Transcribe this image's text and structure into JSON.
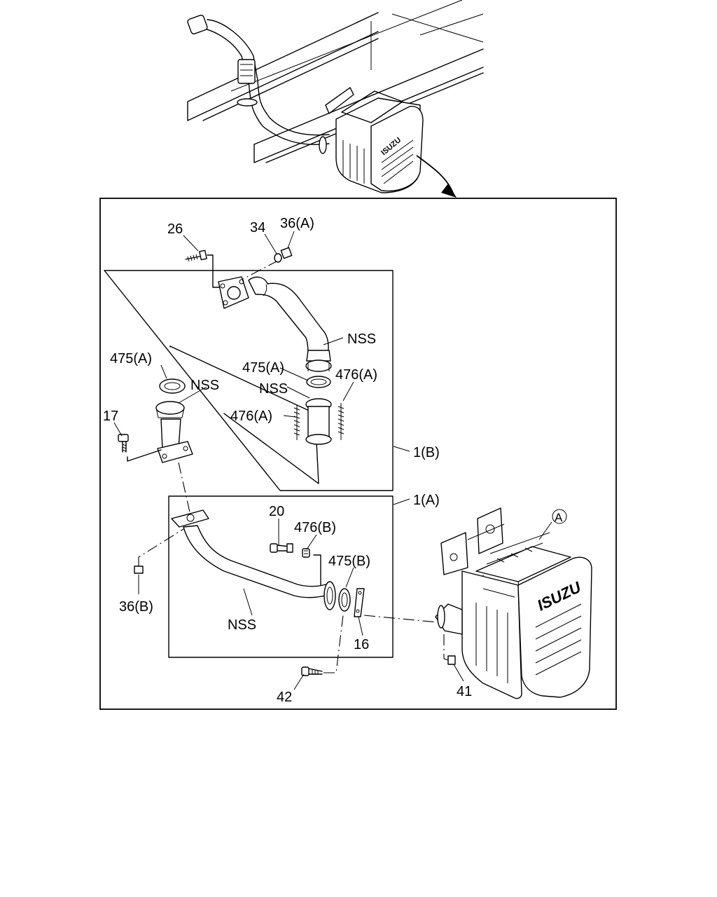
{
  "brand": "ISUZU",
  "callouts": {
    "c26": "26",
    "c34": "34",
    "c36a": "36(A)",
    "nss_top_pipe": "NSS",
    "c475a_left": "475(A)",
    "nss_left_flange": "NSS",
    "c475a_mid": "475(A)",
    "nss_mid_tube": "NSS",
    "c476a_right": "476(A)",
    "c476a_left": "476(A)",
    "c17": "17",
    "c1b": "1(B)",
    "c1a": "1(A)",
    "c20": "20",
    "c476b": "476(B)",
    "c475b": "475(B)",
    "c36b": "36(B)",
    "nss_lower_pipe": "NSS",
    "c16": "16",
    "c42": "42",
    "c41": "41",
    "ref_a": "A"
  }
}
